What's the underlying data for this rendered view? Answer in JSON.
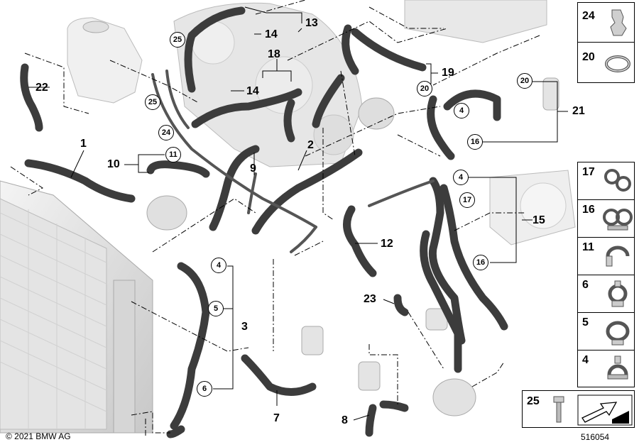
{
  "diagram": {
    "callouts": [
      "1",
      "2",
      "3",
      "7",
      "8",
      "9",
      "10",
      "12",
      "13",
      "14",
      "14",
      "15",
      "18",
      "19",
      "21",
      "22",
      "23"
    ],
    "ring_labels": [
      "25",
      "25",
      "24",
      "11",
      "20",
      "20",
      "4",
      "16",
      "4",
      "17",
      "16",
      "4",
      "5",
      "6"
    ],
    "legend_group_a": [
      "24",
      "20"
    ],
    "legend_group_b": [
      "17",
      "16",
      "11",
      "6",
      "5",
      "4"
    ],
    "legend_group_c": [
      "25"
    ],
    "copyright": "© 2021 BMW AG",
    "image_number": "516054"
  }
}
